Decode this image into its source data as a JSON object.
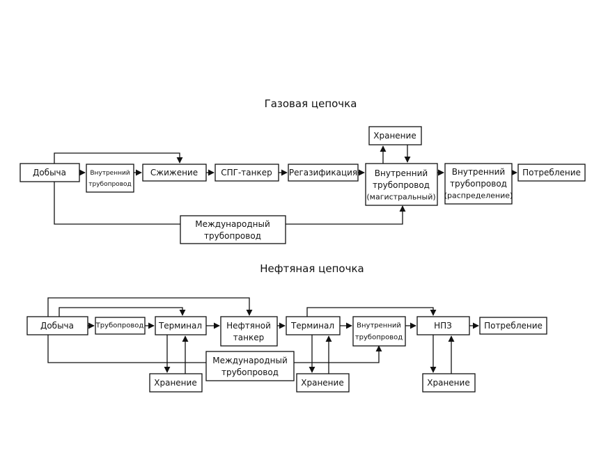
{
  "gas": {
    "title": "Газовая цепочка",
    "nodes": {
      "extraction": "Добыча",
      "inner_pipe_1": "Внутренний",
      "inner_pipe_2": "трубопровод",
      "liquefaction": "Сжижение",
      "lng_tanker": "СПГ-танкер",
      "regasification": "Регазификация",
      "main_pipe_1": "Внутренний",
      "main_pipe_2": "трубопровод",
      "main_pipe_3": "(магистральный)",
      "storage": "Хранение",
      "dist_pipe_1": "Внутренний",
      "dist_pipe_2": "трубопровод",
      "dist_pipe_3": "(распределение)",
      "consumption": "Потребление",
      "intl_pipe_1": "Международный",
      "intl_pipe_2": "трубопровод"
    }
  },
  "oil": {
    "title": "Нефтяная цепочка",
    "nodes": {
      "extraction": "Добыча",
      "pipeline": "Трубопровод",
      "terminal_1": "Терминал",
      "tanker_1": "Нефтяной",
      "tanker_2": "танкер",
      "terminal_2": "Терминал",
      "inner_pipe_1": "Внутренний",
      "inner_pipe_2": "трубопровод",
      "refinery": "НПЗ",
      "consumption": "Потребление",
      "storage_1": "Хранение",
      "storage_2": "Хранение",
      "storage_3": "Хранение",
      "intl_pipe_1": "Международный",
      "intl_pipe_2": "трубопровод"
    }
  }
}
